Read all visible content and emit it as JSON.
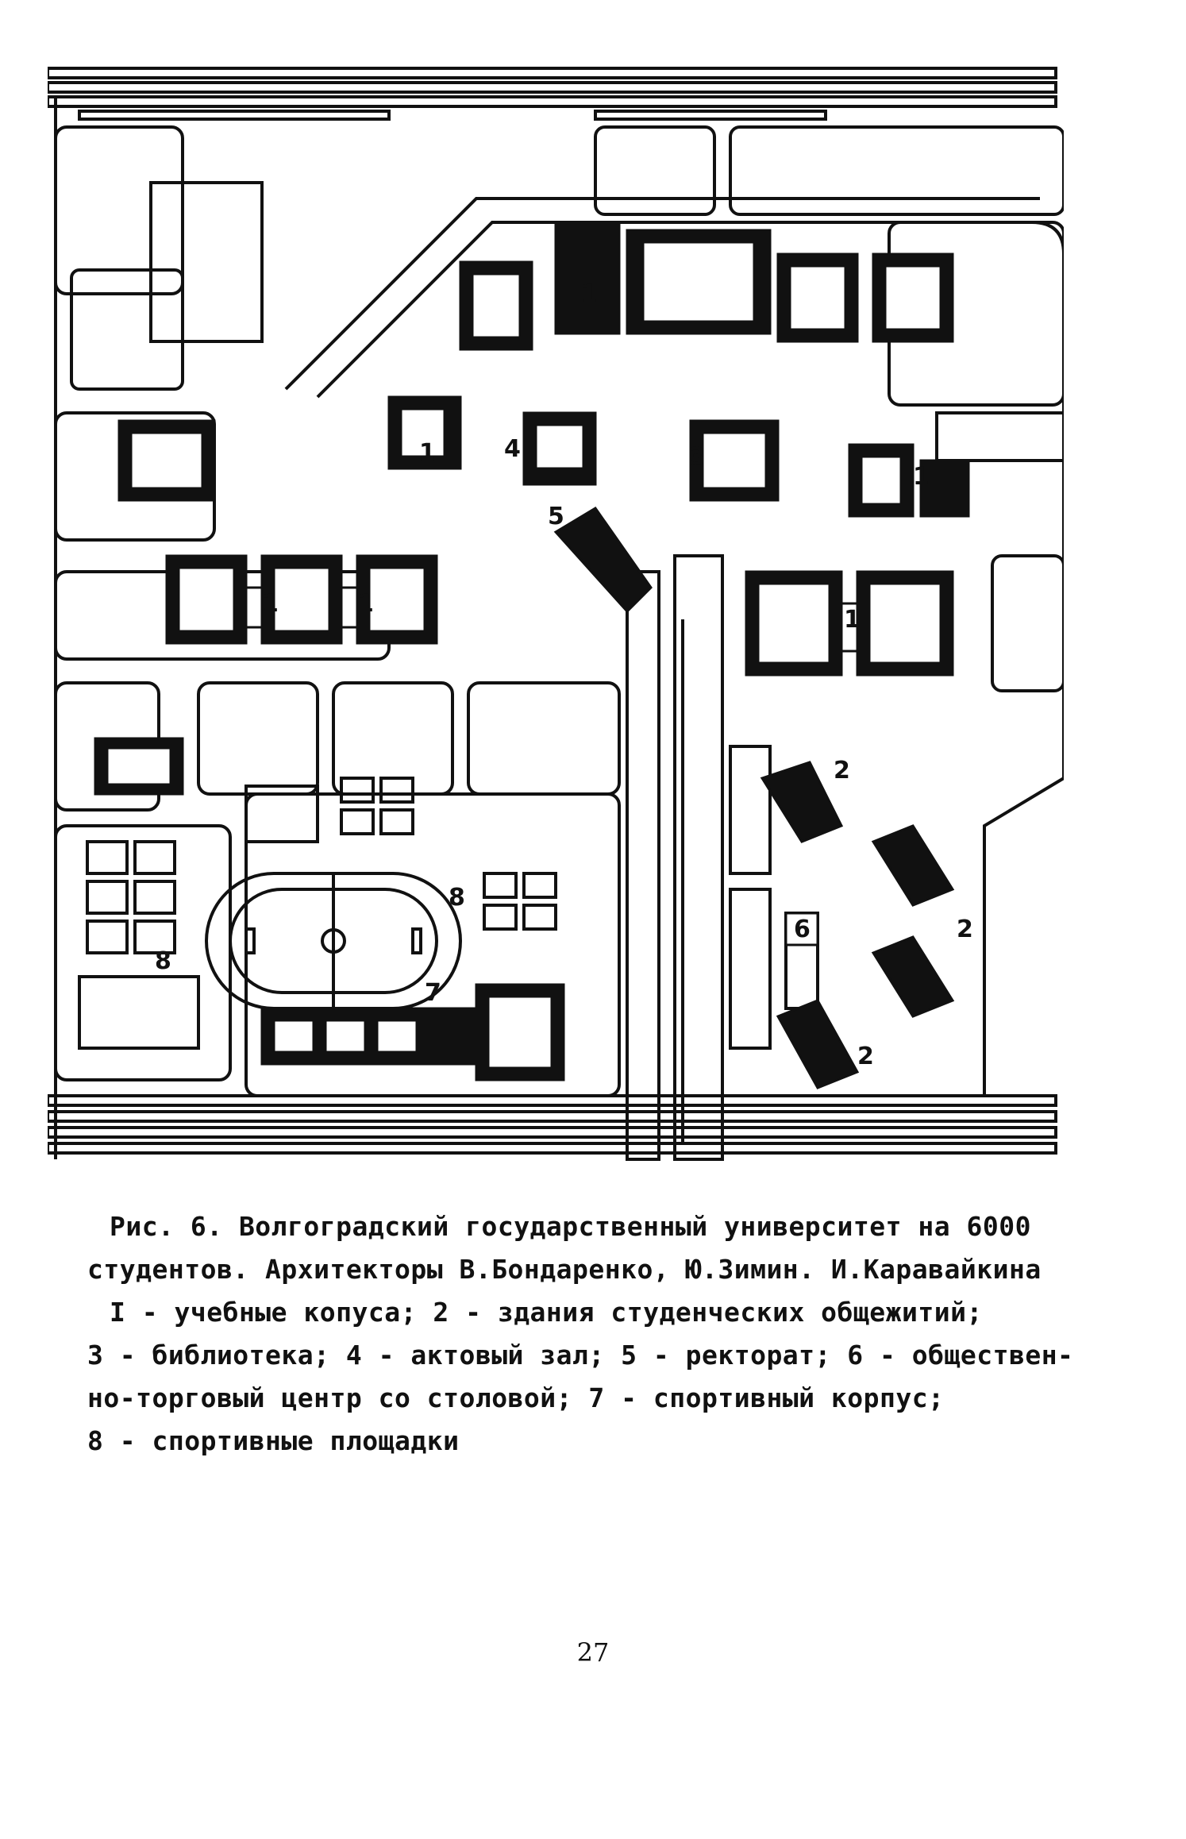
{
  "figure": {
    "labels": {
      "teaching": "1",
      "dorm": "2",
      "library": "3",
      "hall": "4",
      "rectorate": "5",
      "center": "6",
      "sport_hall": "7",
      "grounds": "8"
    }
  },
  "caption": {
    "line1": "Рис. 6. Волгоградский государственный университет на 6000",
    "line2": "студентов. Архитекторы В.Бондаренко, Ю.Зимин. И.Каравайкина",
    "line3": "I - учебные копуса; 2 - здания студенческих общежитий;",
    "line4": "3 - библиотека; 4 - актовый зал; 5 - ректорат; 6 - обществен-",
    "line5": "но-торговый центр со столовой; 7 - спортивный корпус;",
    "line6": "8 - спортивные площадки"
  },
  "page_number": "27"
}
